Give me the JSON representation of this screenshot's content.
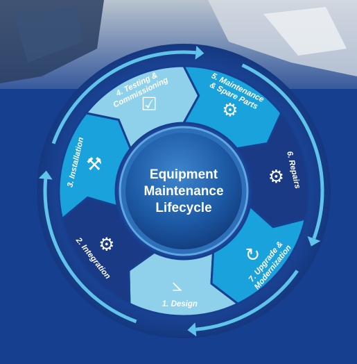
{
  "diagram": {
    "center": {
      "lines": [
        "Equipment",
        "Maintenance",
        "Lifecycle"
      ]
    },
    "steps": [
      {
        "label_lines": [
          "1. Design"
        ],
        "icon": "compass-icon",
        "color": "#8fd0ea"
      },
      {
        "label_lines": [
          "2. Integration"
        ],
        "icon": "gears-icon",
        "color": "#1a3a86"
      },
      {
        "label_lines": [
          "3. Installation"
        ],
        "icon": "tools-icon",
        "color": "#19a2dc"
      },
      {
        "label_lines": [
          "4. Testing &",
          "Commissioning"
        ],
        "icon": "checklist-gear-icon",
        "color": "#8fd0ea"
      },
      {
        "label_lines": [
          "5. Maintenance",
          "& Spare Parts"
        ],
        "icon": "gear-wrench-icon",
        "color": "#19a2dc"
      },
      {
        "label_lines": [
          "6. Repairs"
        ],
        "icon": "hand-gear-icon",
        "color": "#1a3a86"
      },
      {
        "label_lines": [
          "7. Upgrade &",
          "Modernization"
        ],
        "icon": "refresh-gear-icon",
        "color": "#19a2dc"
      }
    ],
    "colors": {
      "background": "#173f8f",
      "ring_arrows": "#5fc3ea",
      "center_fill": "#1d5aa6",
      "center_edge": "#3b8fd0"
    }
  }
}
